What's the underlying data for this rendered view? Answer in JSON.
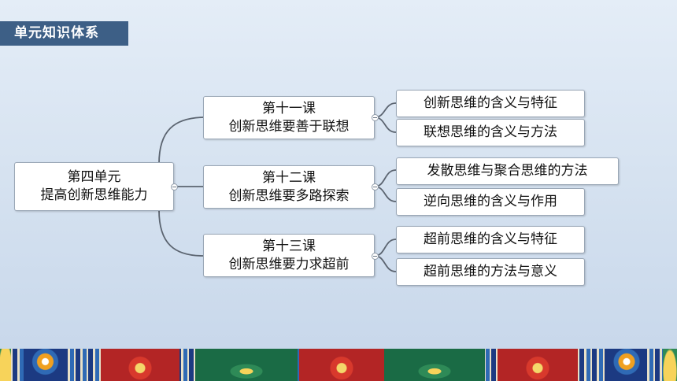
{
  "header": {
    "title": "单元知识体系"
  },
  "colors": {
    "header_bg": "#3d5f86",
    "connector": "#5b6470",
    "node_border": "#9aa7b6"
  },
  "mindmap": {
    "root": {
      "lines": [
        "第四单元",
        "提高创新思维能力"
      ]
    },
    "lessons": [
      {
        "lines": [
          "第十一课",
          "创新思维要善于联想"
        ],
        "topics": [
          "创新思维的含义与特征",
          "联想思维的含义与方法"
        ]
      },
      {
        "lines": [
          "第十二课",
          "创新思维要多路探索"
        ],
        "topics": [
          "发散思维与聚合思维的方法",
          "逆向思维的含义与作用"
        ]
      },
      {
        "lines": [
          "第十三课",
          "创新思维要力求超前"
        ],
        "topics": [
          "超前思维的含义与特征",
          "超前思维的方法与意义"
        ]
      }
    ]
  },
  "footer": {
    "icon": "chinese-ornamental-border"
  }
}
